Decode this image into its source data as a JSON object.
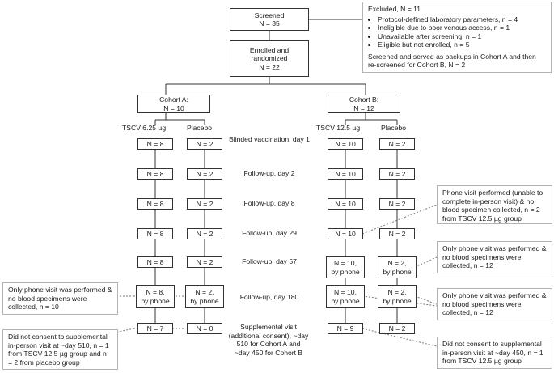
{
  "screened": {
    "label": "Screened",
    "n": "N = 35"
  },
  "excluded": {
    "title": "Excluded, N = 11",
    "items": [
      "Protocol-defined laboratory parameters, n = 4",
      "Ineligible due to poor venous access, n = 1",
      "Unavailable after screening, n = 1",
      "Eligible but not enrolled, n = 5"
    ],
    "backup": "Screened and served as backups in Cohort A and then re-screened for Cohort B, N = 2"
  },
  "enrolled": {
    "line1": "Enrolled and",
    "line2": "randomized",
    "n": "N = 22"
  },
  "cohort_a": {
    "label": "Cohort A:",
    "n": "N = 10",
    "arm1": "TSCV 6.25 µg",
    "arm2": "Placebo"
  },
  "cohort_b": {
    "label": "Cohort B:",
    "n": "N = 12",
    "arm1": "TSCV 12.5 µg",
    "arm2": "Placebo"
  },
  "stages": [
    {
      "label": "Blinded vaccination, day 1",
      "a1": "N = 8",
      "a2": "N = 2",
      "b1": "N = 10",
      "b2": "N = 2"
    },
    {
      "label": "Follow-up, day 2",
      "a1": "N = 8",
      "a2": "N = 2",
      "b1": "N = 10",
      "b2": "N = 2"
    },
    {
      "label": "Follow-up, day 8",
      "a1": "N = 8",
      "a2": "N = 2",
      "b1": "N = 10",
      "b2": "N = 2"
    },
    {
      "label": "Follow-up, day 29",
      "a1": "N = 8",
      "a2": "N = 2",
      "b1": "N = 10",
      "b2": "N = 2"
    },
    {
      "label": "Follow-up, day 57",
      "a1": "N = 8",
      "a2": "N = 2",
      "b1": "N = 10,",
      "b1b": "by phone",
      "b2": "N = 2,",
      "b2b": "by phone"
    },
    {
      "label": "Follow-up, day 180",
      "a1": "N = 8,",
      "a1b": "by phone",
      "a2": "N = 2,",
      "a2b": "by phone",
      "b1": "N = 10,",
      "b1b": "by phone",
      "b2": "N = 2,",
      "b2b": "by phone"
    },
    {
      "label": "Supplemental visit (additional consent), ~day 510 for Cohort A and ~day 450 for Cohort B",
      "a1": "N = 7",
      "a2": "N = 0",
      "b1": "N = 9",
      "b2": "N = 2"
    }
  ],
  "notes": {
    "day29_b": "Phone visit performed (unable to complete in-person visit) & no blood specimen collected, n = 2 from TSCV 12.5 µg group",
    "day57_b": "Only phone visit was performed & no blood specimens were collected, n = 12",
    "day180_a": "Only phone visit was performed & no blood specimens were collected, n = 10",
    "day180_b": "Only phone visit was performed & no blood specimens were collected, n = 12",
    "supp_a": "Did not consent to supplemental in-person visit at ~day 510, n = 1 from TSCV 12.5 µg group  and n = 2 from placebo group",
    "supp_b": "Did not consent to supplemental in-person visit at ~day 450, n = 1 from TSCV 12.5 µg group"
  }
}
